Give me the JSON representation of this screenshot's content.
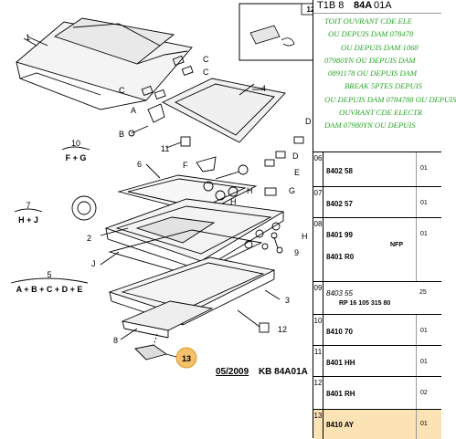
{
  "header": {
    "prefix": "T1B 8",
    "bold": "84A",
    "suffix": "01A"
  },
  "note_lines": [
    "TOIT OUVRANT CDE ELE",
    "OU DEPUIS DAM 078478",
    "OU DEPUIS DAM 1068",
    "07980YN OU DEPUIS DAM",
    "0891178 OU DEPUIS DAM",
    "BREAK 5PTES DEPUIS",
    "OU DEPUIS DAM 0784788 OU DEPUIS",
    "OUVRANT CDE ELECTR",
    "DAM 07980YN OU DEPUIS"
  ],
  "table_rows": [
    {
      "index": "06",
      "refs": [
        "8402 58"
      ],
      "qty": "01"
    },
    {
      "index": "07",
      "refs": [
        "8402 57"
      ],
      "qty": "01"
    },
    {
      "index": "08",
      "refs": [
        "8401 99",
        "8401 R0"
      ],
      "extra": "NFP",
      "qty": "01"
    },
    {
      "index": "09",
      "refs": [
        "8403 55"
      ],
      "extra": "RP 16 105 315 80",
      "qty": "25"
    },
    {
      "index": "10",
      "refs": [
        "8410 70"
      ],
      "qty": "01"
    },
    {
      "index": "11",
      "refs": [
        "8401 HH"
      ],
      "qty": "01"
    },
    {
      "index": "12",
      "refs": [
        "8401 RH"
      ],
      "qty": "02"
    },
    {
      "index": "13",
      "refs": [
        "8410 AY"
      ],
      "qty": "01"
    }
  ],
  "diagram": {
    "date": "05/2009",
    "code": "KB 84A01A",
    "inset_number": "12",
    "labels": {
      "n1": "1",
      "n2": "2",
      "n3": "3",
      "n4": "4",
      "n6": "6",
      "n8": "8",
      "n9": "9",
      "n11": "11",
      "n12": "12",
      "n13": "13",
      "g10_num": "10",
      "g10_sub": "F + G",
      "g7_num": "7",
      "g7_sub": "H + J",
      "g5_num": "5",
      "g5_sub": "A + B + C + D + E",
      "A": "A",
      "B": "B",
      "C1": "C",
      "C2": "C",
      "C3": "C",
      "D1": "D",
      "D2": "D",
      "E": "E",
      "F": "F",
      "G": "G",
      "H1": "H",
      "H2": "H",
      "H3": "H",
      "J": "J"
    }
  }
}
